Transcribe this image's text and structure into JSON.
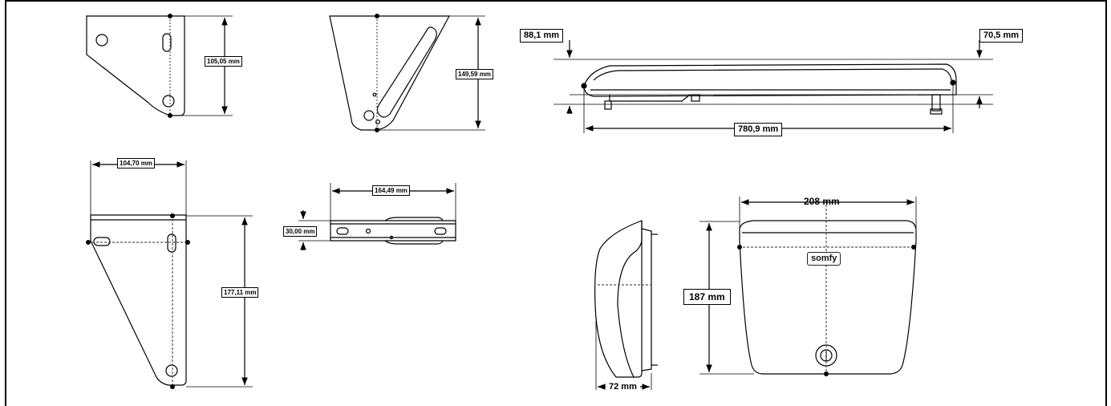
{
  "dimensions": {
    "bracket_side_height": "105,05 mm",
    "bracket_slot_height": "149,59 mm",
    "motor_height_left": "88,1 mm",
    "motor_height_right": "70,5 mm",
    "motor_length": "780,9  mm",
    "bracket_front_width": "104,70 mm",
    "bracket_front_height": "177,11 mm",
    "rail_length": "164,49 mm",
    "rail_height": "30,00 mm",
    "housing_width": "208 mm",
    "housing_height": "187 mm",
    "housing_depth": "72 mm"
  },
  "brand_logo": "somfy",
  "colors": {
    "line": "#000000",
    "background": "#ffffff",
    "hidden_line": "#555555"
  }
}
